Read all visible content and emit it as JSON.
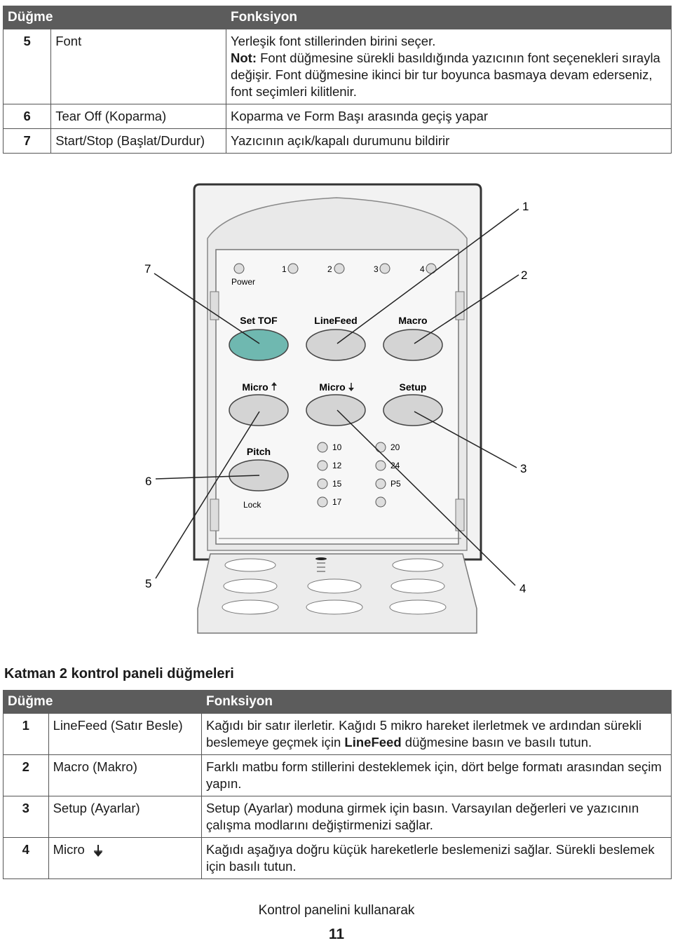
{
  "table1": {
    "headers": [
      "Düğme",
      "Fonksiyon"
    ],
    "rows": [
      {
        "num": "5",
        "name": "Font",
        "func_line1": "Yerleşik font stillerinden birini seçer.",
        "note_label": "Not:",
        "note_text": " Font düğmesine sürekli basıldığında yazıcının font seçenekleri sırayla değişir. Font düğmesine ikinci bir tur boyunca basmaya devam ederseniz, font seçimleri kilitlenir."
      },
      {
        "num": "6",
        "name": "Tear Off (Koparma)",
        "func": "Koparma ve Form Başı arasında geçiş yapar"
      },
      {
        "num": "7",
        "name": "Start/Stop (Başlat/Durdur)",
        "func": "Yazıcının açık/kapalı durumunu bildirir"
      }
    ]
  },
  "panel": {
    "callouts": [
      "1",
      "2",
      "3",
      "4",
      "5",
      "6",
      "7"
    ],
    "power_label": "Power",
    "indicators": [
      "1",
      "2",
      "3",
      "4"
    ],
    "buttons_row1": [
      "Set TOF",
      "LineFeed",
      "Macro"
    ],
    "buttons_row2": [
      "Micro",
      "Micro",
      "Setup"
    ],
    "pitch_label": "Pitch",
    "lock_label": "Lock",
    "pitch_values": [
      "10",
      "12",
      "15",
      "17",
      "20",
      "24",
      "P5"
    ],
    "colors": {
      "set_tof": "#6fb8b0",
      "button": "#d4d4d4",
      "panel_bg": "#eeeeee"
    },
    "icons": [
      "arrow-up-icon",
      "arrow-down-icon"
    ]
  },
  "heading": "Katman 2 kontrol paneli düğmeleri",
  "table2": {
    "headers": [
      "Düğme",
      "Fonksiyon"
    ],
    "rows": [
      {
        "num": "1",
        "name": "LineFeed (Satır Besle)",
        "func_a": "Kağıdı bir satır ilerletir. Kağıdı 5 mikro hareket ilerletmek ve ardından sürekli beslemeye geçmek için ",
        "func_bold": "LineFeed",
        "func_b": " düğmesine basın ve basılı tutun."
      },
      {
        "num": "2",
        "name": "Macro (Makro)",
        "func": "Farklı matbu form stillerini desteklemek için, dört belge formatı arasından seçim yapın."
      },
      {
        "num": "3",
        "name": "Setup (Ayarlar)",
        "func": "Setup (Ayarlar) moduna girmek için basın. Varsayılan değerleri ve yazıcının çalışma modlarını değiştirmenizi sağlar."
      },
      {
        "num": "4",
        "name": "Micro",
        "func": "Kağıdı aşağıya doğru küçük hareketlerle beslemenizi sağlar. Sürekli beslemek için basılı tutun."
      }
    ]
  },
  "footer": {
    "section": "Kontrol panelini kullanarak",
    "page": "11"
  }
}
